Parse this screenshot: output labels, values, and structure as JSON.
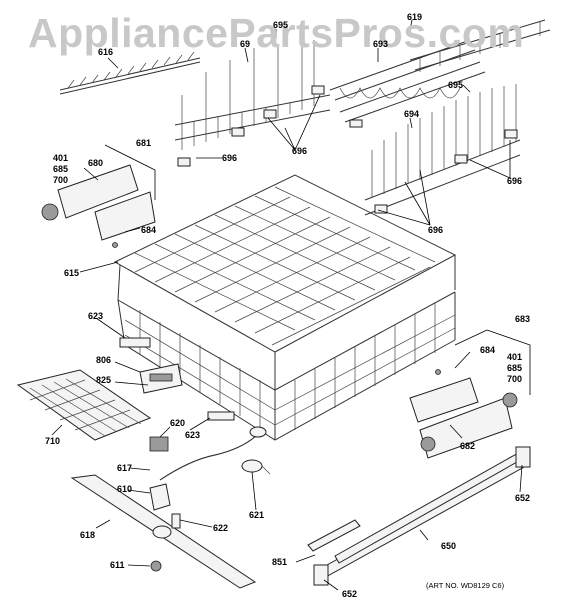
{
  "watermark": "AppliancePartsPros.com",
  "art_number": "(ART NO. WD8129 C6)",
  "callouts": {
    "p616": "616",
    "p695a": "695",
    "p69": "69",
    "p619": "619",
    "p693": "693",
    "p695b": "695",
    "p694": "694",
    "p696a": "696",
    "p696b": "696",
    "p696c": "696",
    "p696d": "696",
    "p681": "681",
    "p680": "680",
    "p684a": "684",
    "p615": "615",
    "p623a": "623",
    "p806": "806",
    "p825": "825",
    "p710": "710",
    "p620": "620",
    "p623b": "623",
    "p617": "617",
    "p610": "610",
    "p618": "618",
    "p622": "622",
    "p621": "621",
    "p611": "611",
    "p683": "683",
    "p684b": "684",
    "p682": "682",
    "p652a": "652",
    "p650": "650",
    "p851": "851",
    "p652b": "652"
  },
  "stack_left": [
    "401",
    "685",
    "700"
  ],
  "stack_right": [
    "401",
    "685",
    "700"
  ]
}
